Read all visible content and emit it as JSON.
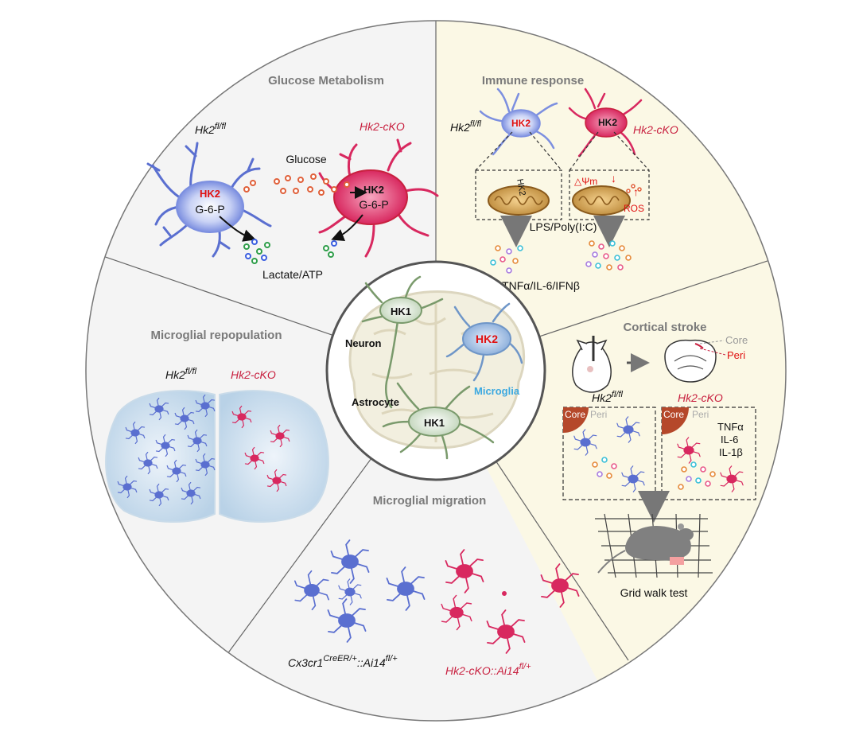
{
  "panels": {
    "glucose_metabolism": {
      "title": "Glucose Metabolism",
      "control_label": "Hk2",
      "control_sup": "fl/fl",
      "cko_label": "Hk2-cKO",
      "glucose_label": "Glucose",
      "enzyme": "HK2",
      "metabolite": "G-6-P",
      "output_label": "Lactate/ATP"
    },
    "immune_response": {
      "title": "Immune response",
      "control_label": "Hk2",
      "control_sup": "fl/fl",
      "cko_label": "Hk2-cKO",
      "enzyme": "HK2",
      "mito_potential": "△Ψm",
      "down_arrow": "↓",
      "ros_label": "ROS",
      "up_arrow": "↑",
      "stimulus": "LPS/Poly(I:C)",
      "output_label": "TNFα/IL-6/IFNβ"
    },
    "microglial_repopulation": {
      "title": "Microglial repopulation",
      "control_label": "Hk2",
      "control_sup": "fl/fl",
      "cko_label": "Hk2-cKO"
    },
    "microglial_migration": {
      "title": "Microglial migration",
      "control_label": "Cx3cr1",
      "control_sup1": "CreER/+",
      "control_mid": "::Ai14",
      "control_sup2": "fl/+",
      "cko_label": "Hk2-cKO::Ai14",
      "cko_sup": "fl/+"
    },
    "cortical_stroke": {
      "title": "Cortical stroke",
      "core_label": "Core",
      "peri_label": "Peri",
      "control_label": "Hk2",
      "control_sup": "fl/fl",
      "cko_label": "Hk2-cKO",
      "cytokines": [
        "TNFα",
        "IL-6",
        "IL-1β"
      ],
      "test_label": "Grid walk test"
    }
  },
  "center": {
    "neuron_label": "Neuron",
    "neuron_enzyme": "HK1",
    "microglia_label": "Microglia",
    "microglia_enzyme": "HK2",
    "astrocyte_label": "Astrocyte",
    "astrocyte_enzyme": "HK1"
  },
  "colors": {
    "control_microglia": "#5a6fd0",
    "cko_microglia": "#d8285f",
    "hk2_red": "#e01010",
    "microglia_label_blue": "#3ba8e0",
    "sector_tint": "#fbf8e5",
    "sector_gray": "#f4f4f4"
  }
}
